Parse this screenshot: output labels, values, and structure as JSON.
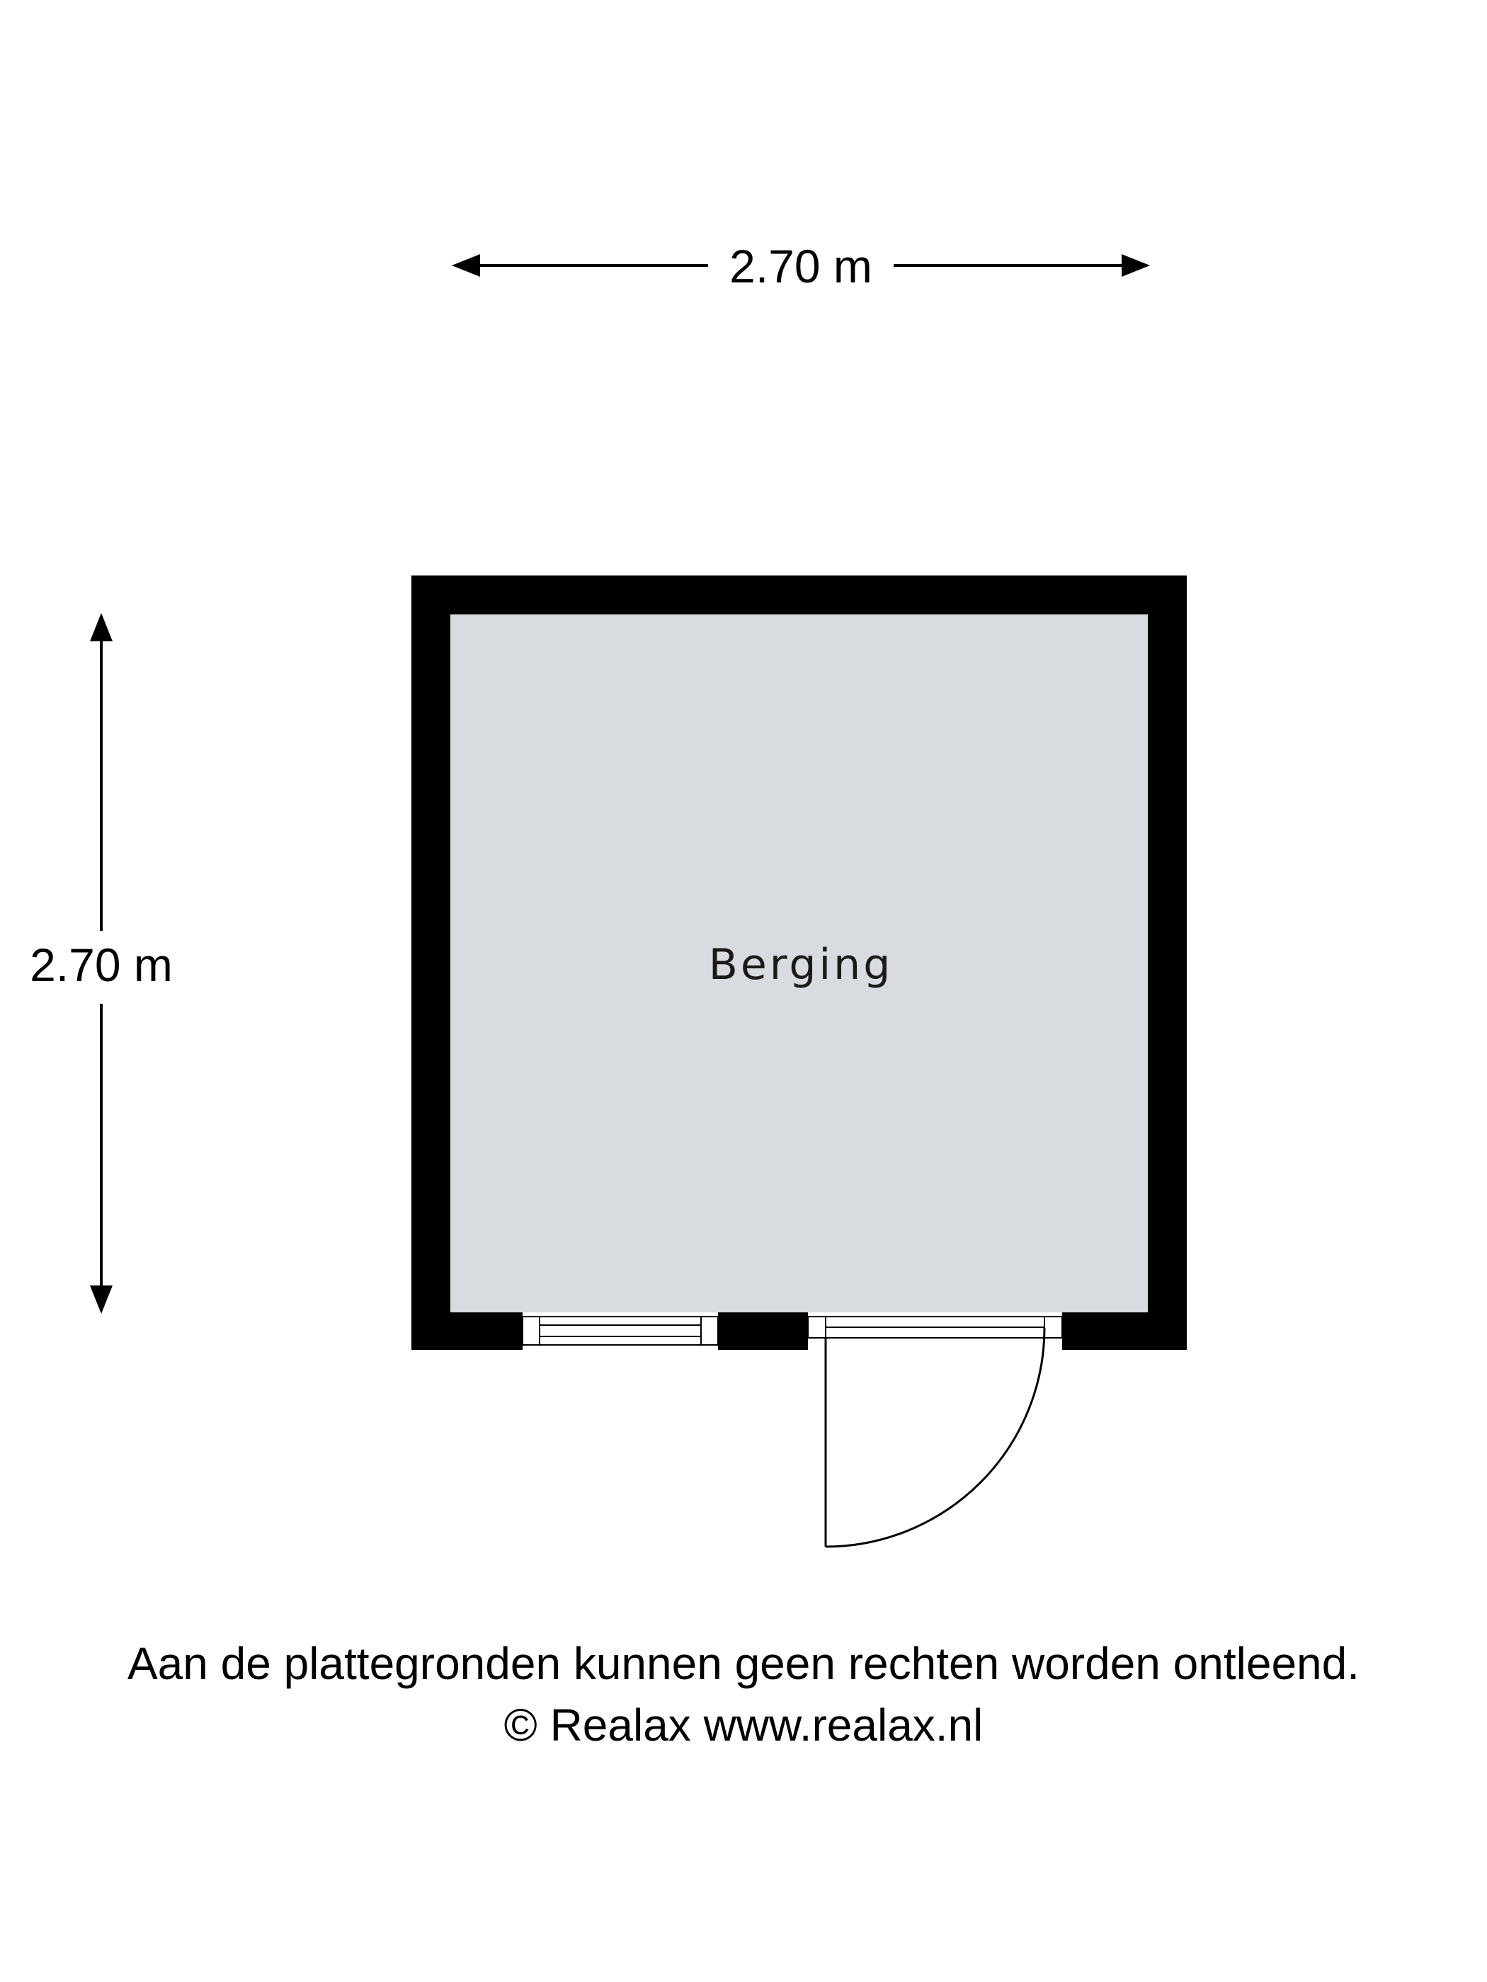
{
  "dimensions": {
    "width_label": "2.70 m",
    "height_label": "2.70 m"
  },
  "room": {
    "name": "Berging"
  },
  "footer": {
    "disclaimer": "Aan de plattegronden kunnen geen rechten worden ontleend.",
    "copyright": "© Realax www.realax.nl"
  },
  "colors": {
    "wall": "#000000",
    "floor": "#d8dce0",
    "background": "#ffffff"
  }
}
